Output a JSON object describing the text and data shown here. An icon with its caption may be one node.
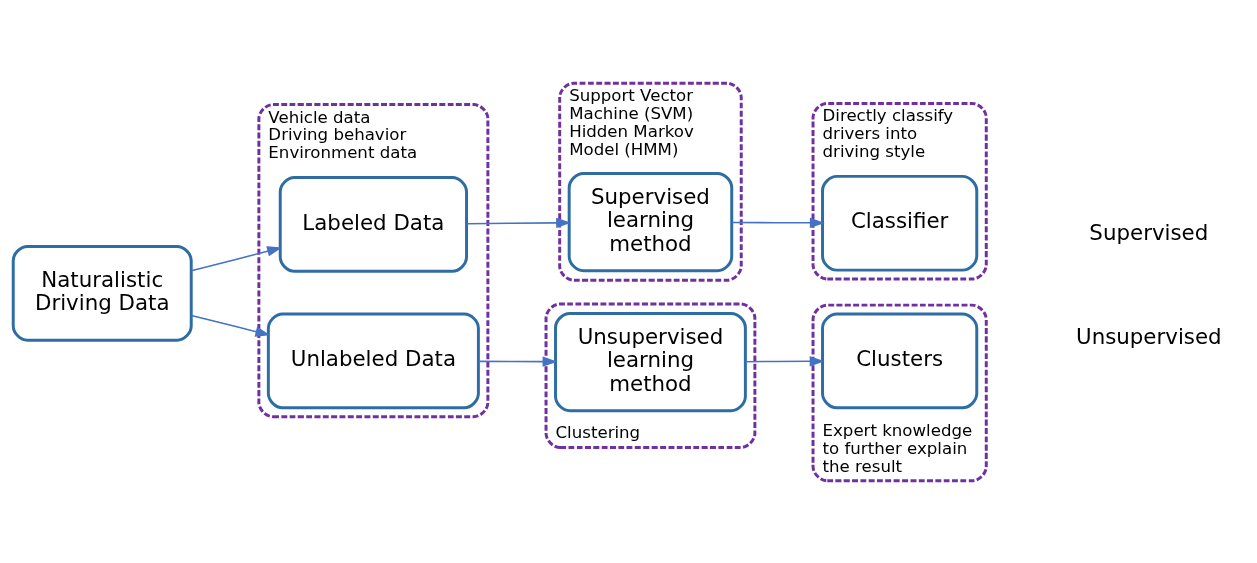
{
  "diagram": {
    "nodes": [
      {
        "text": [
          "Naturalistic Driving Data"
        ]
      },
      {
        "text": [
          "Vehicle data",
          "Driving behavior",
          "Environment data"
        ]
      },
      {
        "text": [
          "Labeled Data"
        ],
        "in": 1
      },
      {
        "text": [
          "Unlabeled Data"
        ],
        "in": 1
      },
      {
        "text": [
          "Support Vector Machine (SVM)",
          "Hidden Markov Model (HMM)"
        ]
      },
      {
        "text": [
          "Supervised learning method"
        ],
        "in": 4
      },
      {
        "text": [
          "Clustering"
        ]
      },
      {
        "text": [
          "Unsupervised learning method"
        ],
        "in": 6
      },
      {
        "text": [
          "Directly classify drivers into driving style"
        ]
      },
      {
        "text": [
          "Classifier"
        ],
        "in": 8
      },
      {
        "text": [
          "Expert knowledge to further explain the result"
        ]
      },
      {
        "text": [
          "Clusters"
        ],
        "in": 10
      }
    ],
    "edges": [
      {
        "from": 0,
        "to": 2,
        "arrow": "to"
      },
      {
        "from": 0,
        "to": 3,
        "arrow": "to"
      },
      {
        "from": 2,
        "to": 5,
        "arrow": "to"
      },
      {
        "from": 3,
        "to": 7,
        "arrow": "to"
      },
      {
        "from": 5,
        "to": 9,
        "arrow": "to"
      },
      {
        "from": 7,
        "to": 11,
        "arrow": "to"
      }
    ],
    "labels": [
      "Supervised",
      "Unsupervised"
    ]
  }
}
